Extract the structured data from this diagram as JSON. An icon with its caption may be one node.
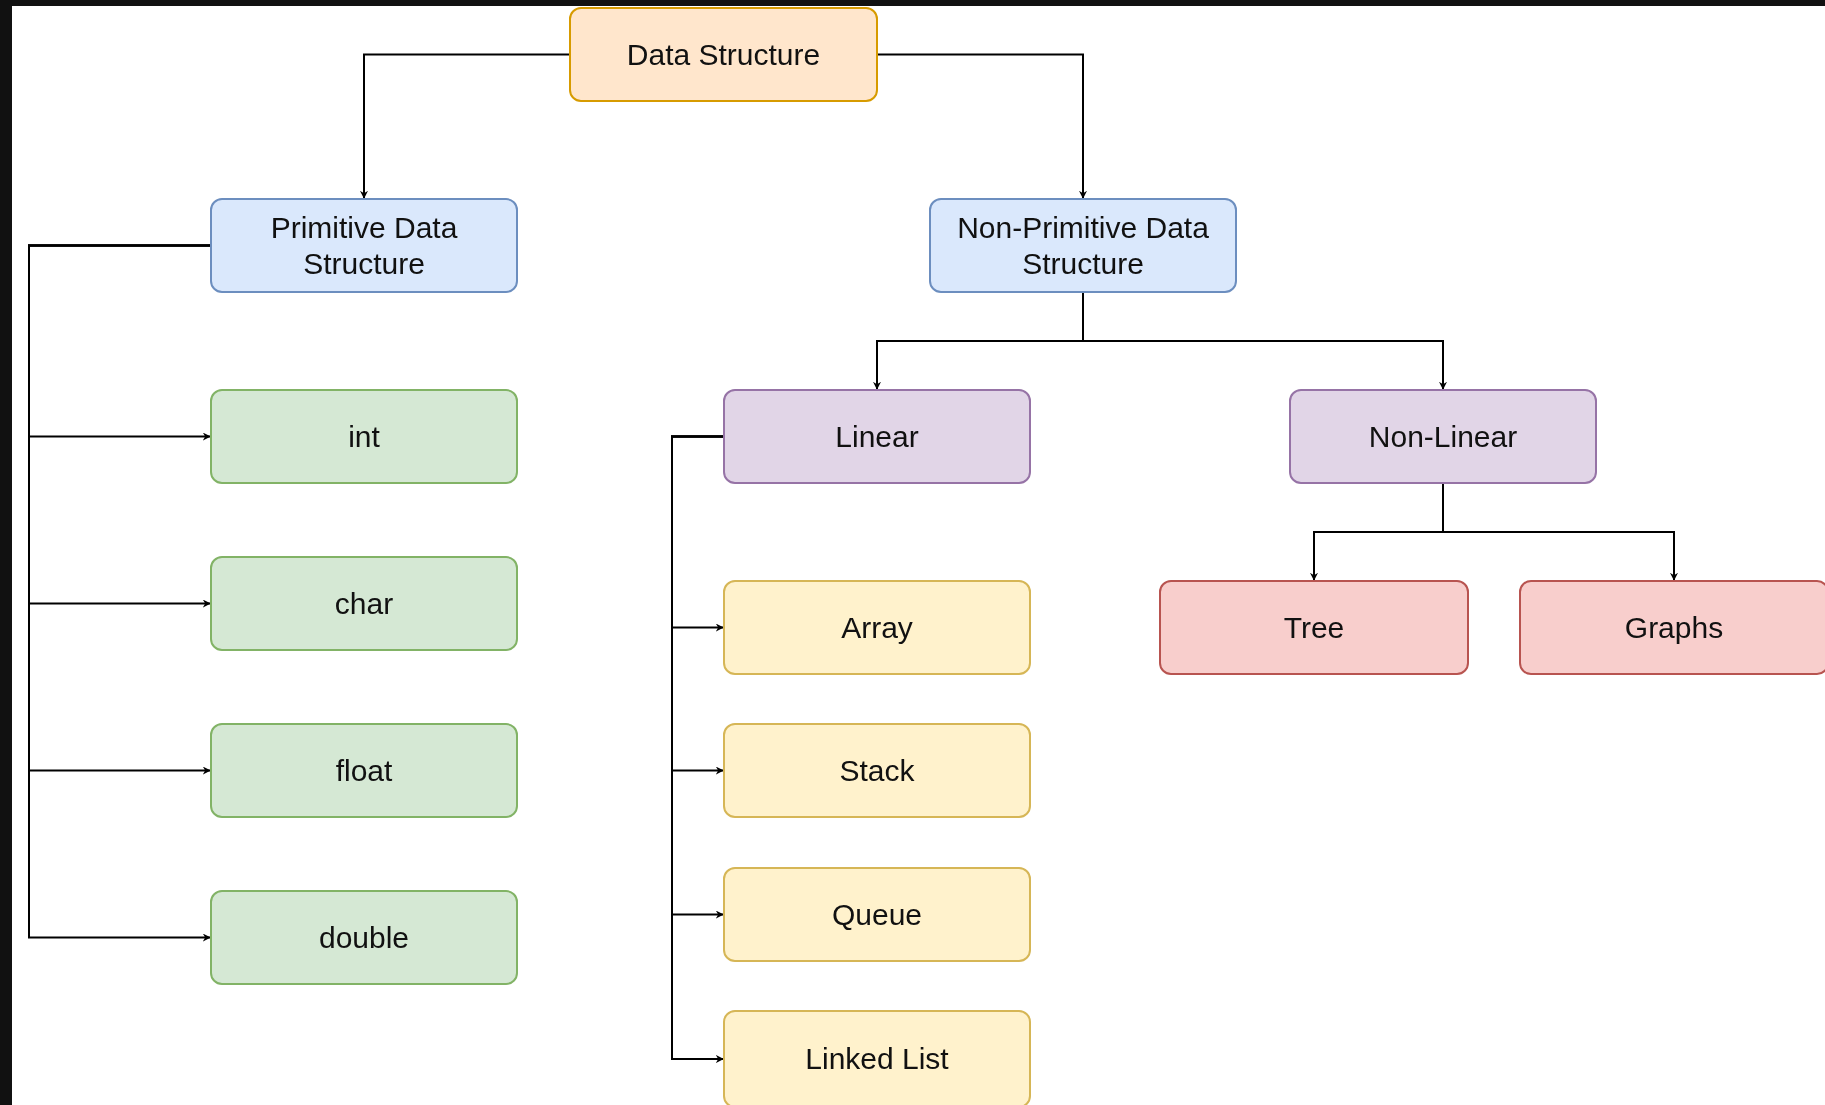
{
  "diagram": {
    "nodes": [
      {
        "text": [
          "Data Structure"
        ]
      },
      {
        "text": [
          "Primitive Data Structure"
        ]
      },
      {
        "text": [
          "Non-Primitive Data Structure"
        ]
      },
      {
        "text": [
          "int"
        ]
      },
      {
        "text": [
          "char"
        ]
      },
      {
        "text": [
          "float"
        ]
      },
      {
        "text": [
          "double"
        ]
      },
      {
        "text": [
          "Linear"
        ]
      },
      {
        "text": [
          "Non-Linear"
        ]
      },
      {
        "text": [
          "Array"
        ]
      },
      {
        "text": [
          "Stack"
        ]
      },
      {
        "text": [
          "Queue"
        ]
      },
      {
        "text": [
          "Linked List"
        ]
      },
      {
        "text": [
          "Tree"
        ]
      },
      {
        "text": [
          "Graphs"
        ]
      }
    ],
    "edges": [
      {
        "from": 0,
        "to": 1,
        "arrow": "to"
      },
      {
        "from": 0,
        "to": 2,
        "arrow": "to"
      },
      {
        "from": 1,
        "to": 3,
        "arrow": "to"
      },
      {
        "from": 1,
        "to": 4,
        "arrow": "to"
      },
      {
        "from": 1,
        "to": 5,
        "arrow": "to"
      },
      {
        "from": 1,
        "to": 6,
        "arrow": "to"
      },
      {
        "from": 2,
        "to": 7,
        "arrow": "to"
      },
      {
        "from": 2,
        "to": 8,
        "arrow": "to"
      },
      {
        "from": 7,
        "to": 9,
        "arrow": "to"
      },
      {
        "from": 7,
        "to": 10,
        "arrow": "to"
      },
      {
        "from": 7,
        "to": 11,
        "arrow": "to"
      },
      {
        "from": 7,
        "to": 12,
        "arrow": "to"
      },
      {
        "from": 8,
        "to": 13,
        "arrow": "to"
      },
      {
        "from": 8,
        "to": 14,
        "arrow": "to"
      }
    ]
  }
}
